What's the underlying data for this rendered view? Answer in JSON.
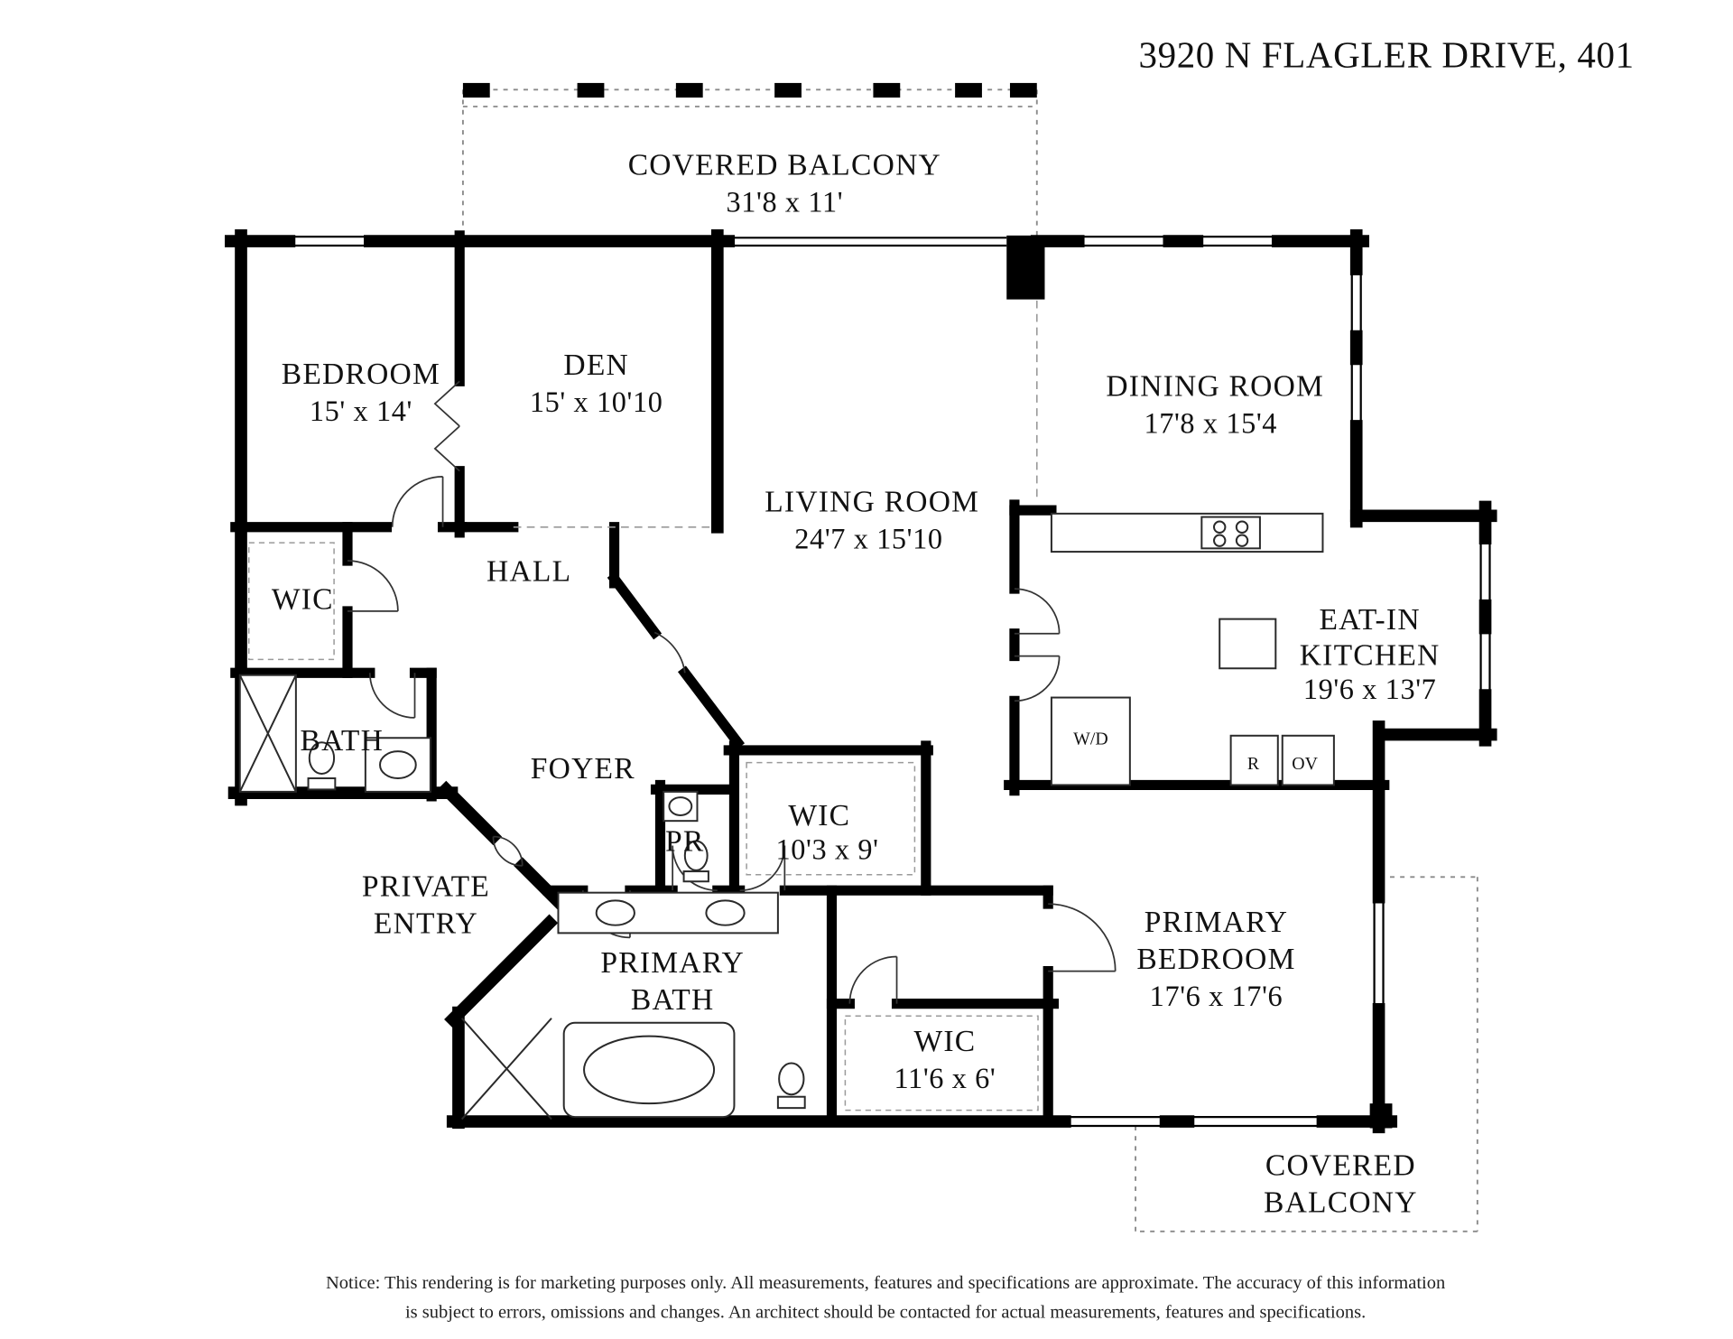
{
  "title": "3920 N FLAGLER DRIVE, 401",
  "rooms": {
    "balcony_top": {
      "name": "COVERED BALCONY",
      "dims": "31'8 x 11'"
    },
    "bedroom": {
      "name": "BEDROOM",
      "dims": "15' x 14'"
    },
    "den": {
      "name": "DEN",
      "dims": "15' x 10'10"
    },
    "dining_room": {
      "name": "DINING ROOM",
      "dims": "17'8 x 15'4"
    },
    "living_room": {
      "name": "LIVING ROOM",
      "dims": "24'7 x 15'10"
    },
    "hall": {
      "name": "HALL"
    },
    "wic_left": {
      "name": "WIC"
    },
    "bath": {
      "name": "BATH"
    },
    "foyer": {
      "name": "FOYER"
    },
    "powder_room": {
      "name": "PR"
    },
    "wic_center": {
      "name": "WIC",
      "dims": "10'3 x 9'"
    },
    "eat_in_kitchen": {
      "line1": "EAT-IN",
      "line2": "KITCHEN",
      "dims": "19'6 x 13'7"
    },
    "private_entry": {
      "line1": "PRIVATE",
      "line2": "ENTRY"
    },
    "primary_bath": {
      "line1": "PRIMARY",
      "line2": "BATH"
    },
    "primary_bedroom": {
      "line1": "PRIMARY",
      "line2": "BEDROOM",
      "dims": "17'6 x 17'6"
    },
    "wic_bottom": {
      "name": "WIC",
      "dims": "11'6 x 6'"
    },
    "balcony_bottom": {
      "line1": "COVERED",
      "line2": "BALCONY"
    }
  },
  "appliances": {
    "washer_dryer": "W/D",
    "range": "R",
    "oven": "OV"
  },
  "notice": {
    "line1": "Notice: This rendering is for marketing purposes only. All measurements, features and specifications are approximate. The accuracy of this information",
    "line2": "is subject to errors, omissions and changes. An architect should be contacted for actual measurements, features and specifications."
  },
  "colors": {
    "wall": "#000000",
    "background": "#ffffff"
  }
}
